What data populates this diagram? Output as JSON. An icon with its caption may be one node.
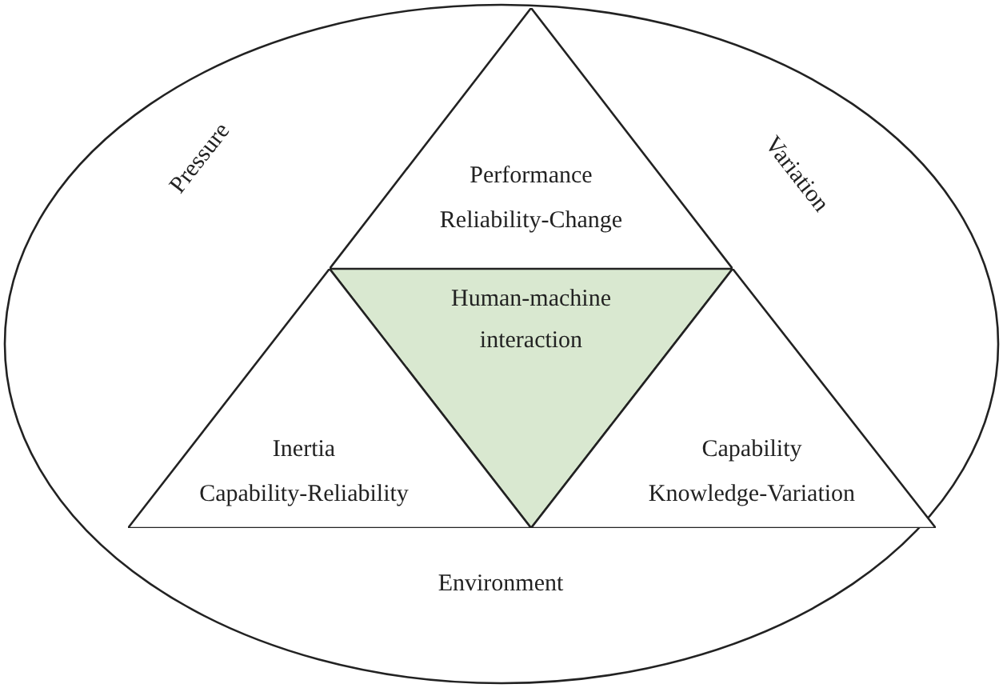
{
  "diagram": {
    "nodes": [
      {
        "text": [
          "Environment"
        ]
      },
      {
        "text": [
          "Performance",
          "Reliability-Change"
        ],
        "in": 0
      },
      {
        "text": [
          "Human-machine interaction"
        ],
        "in": 0
      },
      {
        "text": [
          "Inertia",
          "Capability-Reliability"
        ],
        "in": 0
      },
      {
        "text": [
          "Capability",
          "Knowledge-Variation"
        ],
        "in": 0
      }
    ],
    "edges": [],
    "labels": [
      "Pressure",
      "Variation"
    ]
  }
}
